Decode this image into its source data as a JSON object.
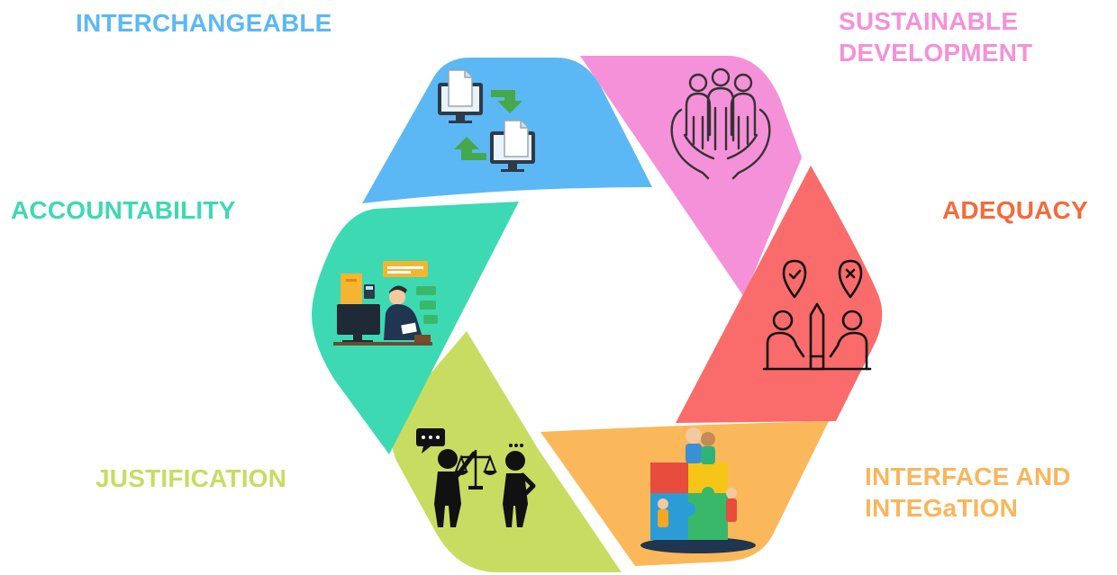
{
  "segments": [
    {
      "id": "interchangeable",
      "label": "INTERCHANGEABLE",
      "color": "#5BB8F5",
      "text_color": "#5BB8F5",
      "icon": "file-exchange-computers-icon"
    },
    {
      "id": "sustainable",
      "label": "SUSTAINABLE DEVELOPMENT",
      "color": "#F591D8",
      "text_color": "#F591D8",
      "icon": "community-hands-icon"
    },
    {
      "id": "adequacy",
      "label": "ADEQUACY",
      "color": "#FA6B6B",
      "text_color": "#F46A3A",
      "icon": "decision-people-icon"
    },
    {
      "id": "interface",
      "label": "INTERFACE AND INTEGaTION",
      "color": "#FBB85A",
      "text_color": "#F8B65C",
      "icon": "team-puzzle-icon"
    },
    {
      "id": "justification",
      "label": "JUSTIFICATION",
      "color": "#C8DC62",
      "text_color": "#C8DC62",
      "icon": "justice-scale-icon"
    },
    {
      "id": "accountability",
      "label": "ACCOUNTABILITY",
      "color": "#3DD9B2",
      "text_color": "#3DD9B2",
      "icon": "accountant-desk-icon"
    }
  ]
}
